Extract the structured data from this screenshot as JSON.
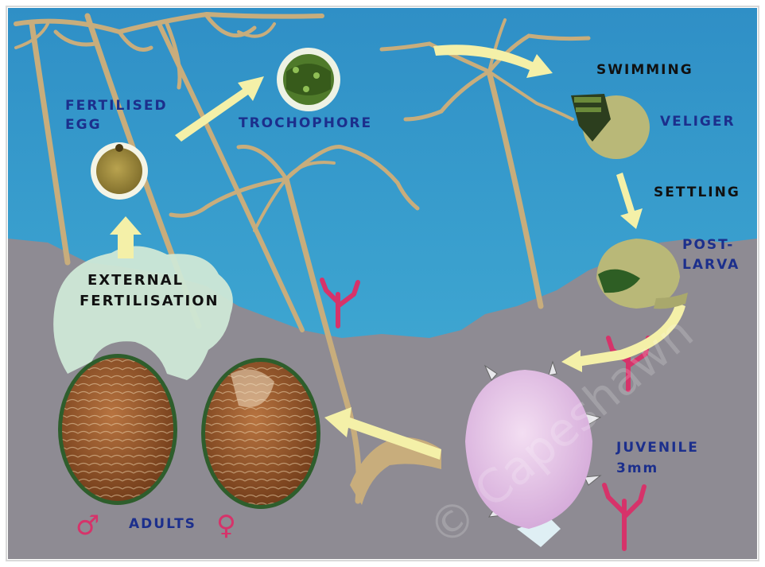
{
  "labels": {
    "fertilised_egg_line1": "FERTILISED",
    "fertilised_egg_line2": "EGG",
    "trochophore": "TROCHOPHORE",
    "swimming": "SWIMMING",
    "veliger": "VELIGER",
    "settling": "SETTLING",
    "post_larva_line1": "POST-",
    "post_larva_line2": "LARVA",
    "external_fertilisation_line1": "EXTERNAL",
    "external_fertilisation_line2": "FERTILISATION",
    "juvenile_line1": "JUVENILE",
    "juvenile_line2": "3mm",
    "adults": "ADULTS",
    "male_symbol": "♂",
    "female_symbol": "♀",
    "watermark": "© Capeshawn"
  },
  "colors": {
    "sea": "#3aa0cf",
    "seabed": "#8e8b93",
    "kelp": "#c8ad7c",
    "arrow": "#f4f0a8",
    "label_blue": "#1c2f8c",
    "label_dark": "#111111",
    "adult_shell": "#8a4a22",
    "juvenile": "#e6c6e8",
    "coral": "#d6336a",
    "cloud": "#cfe8d6"
  }
}
